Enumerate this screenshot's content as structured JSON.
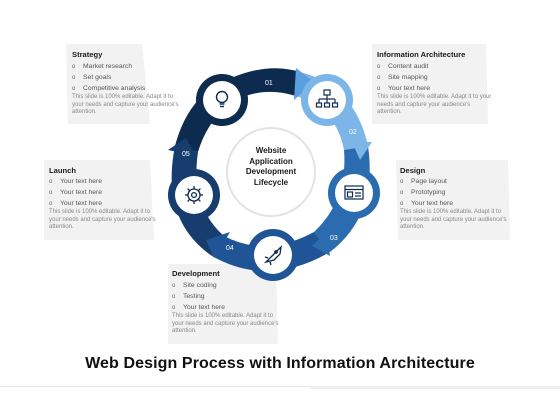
{
  "center_label": "Website Application Development Lifecycle",
  "steps": [
    {
      "number": "01",
      "icon": "lightbulb-icon"
    },
    {
      "number": "02",
      "icon": "sitemap-icon"
    },
    {
      "number": "03",
      "icon": "monitor-design-icon"
    },
    {
      "number": "04",
      "icon": "rocket-icon"
    },
    {
      "number": "05",
      "icon": "gear-icon"
    }
  ],
  "panels": {
    "strategy": {
      "title": "Strategy",
      "items": [
        "Market research",
        "Set goals",
        "Competitive analysis"
      ],
      "note": "This slide is 100% editable. Adapt it to your needs and capture your audience's attention."
    },
    "info": {
      "title": "Information Architecture",
      "items": [
        "Content audit",
        "Site mapping",
        "Your text here"
      ],
      "note": "This slide is 100% editable. Adapt it to your needs and capture your audience's attention."
    },
    "design": {
      "title": "Design",
      "items": [
        "Page layout",
        "Prototyping",
        "Your text here"
      ],
      "note": "This slide is 100% editable. Adapt it to your needs and capture your audience's attention."
    },
    "development": {
      "title": "Development",
      "items": [
        "Site coding",
        "Testing",
        "Your text here"
      ],
      "note": "This slide is 100% editable. Adapt it to your needs and capture your audience's attention."
    },
    "launch": {
      "title": "Launch",
      "items": [
        "Your text here",
        "Your text here",
        "Your text here"
      ],
      "note": "This slide is 100% editable. Adapt it to your needs and capture your audience's attention."
    }
  },
  "colors": {
    "dark_navy": "#0d2a4f",
    "mid_blue": "#2b6cb0",
    "light_blue": "#7cb5e8"
  },
  "footer_title": "Web Design Process with Information Architecture"
}
